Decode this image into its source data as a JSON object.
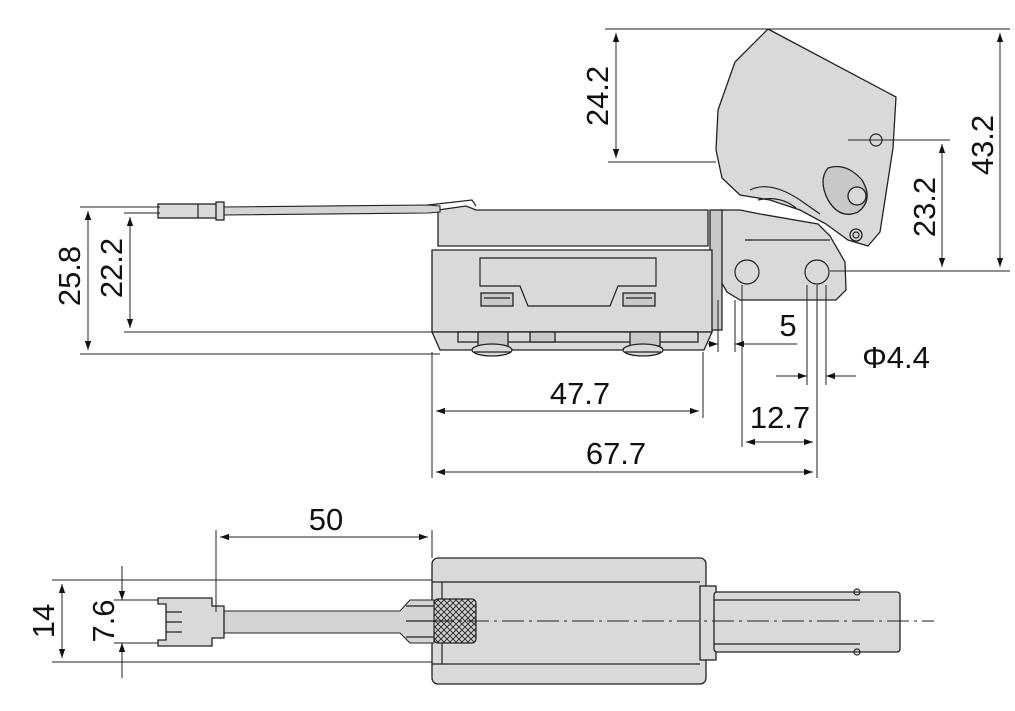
{
  "drawing": {
    "side_view": {
      "dim_24_2": "24.2",
      "dim_43_2": "43.2",
      "dim_23_2": "23.2",
      "dim_25_8": "25.8",
      "dim_22_2": "22.2",
      "dim_5": "5",
      "dim_phi_4_4": "Φ4.4",
      "dim_47_7": "47.7",
      "dim_12_7": "12.7",
      "dim_67_7": "67.7"
    },
    "top_view": {
      "dim_50": "50",
      "dim_14": "14",
      "dim_7_6": "7.6"
    }
  }
}
